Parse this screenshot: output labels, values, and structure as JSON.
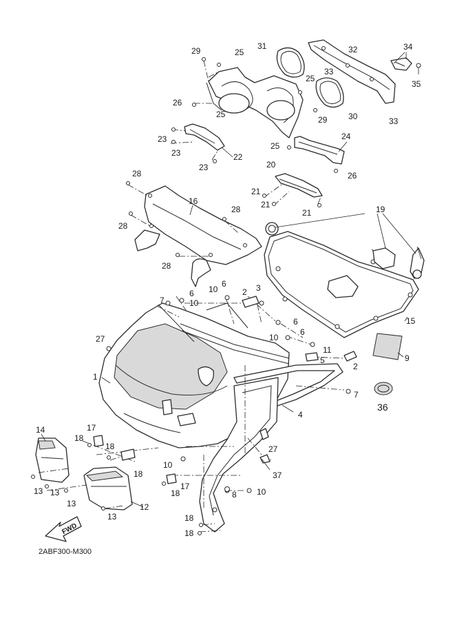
{
  "diagram": {
    "code": "2ABF300-M300",
    "direction_label": "FWD",
    "callouts": [
      {
        "id": "c29a",
        "text": "29"
      },
      {
        "id": "c25a",
        "text": "25"
      },
      {
        "id": "c31",
        "text": "31"
      },
      {
        "id": "c32",
        "text": "32"
      },
      {
        "id": "c34",
        "text": "34"
      },
      {
        "id": "c33a",
        "text": "33"
      },
      {
        "id": "c25b",
        "text": "25"
      },
      {
        "id": "c35",
        "text": "35"
      },
      {
        "id": "c26a",
        "text": "26"
      },
      {
        "id": "c25c",
        "text": "25"
      },
      {
        "id": "c30",
        "text": "30"
      },
      {
        "id": "c33b",
        "text": "33"
      },
      {
        "id": "c29b",
        "text": "29"
      },
      {
        "id": "c24",
        "text": "24"
      },
      {
        "id": "c23a",
        "text": "23"
      },
      {
        "id": "c23b",
        "text": "23"
      },
      {
        "id": "c22",
        "text": "22"
      },
      {
        "id": "c23c",
        "text": "23"
      },
      {
        "id": "c25d",
        "text": "25"
      },
      {
        "id": "c26b",
        "text": "26"
      },
      {
        "id": "c20",
        "text": "20"
      },
      {
        "id": "c28a",
        "text": "28"
      },
      {
        "id": "c21a",
        "text": "21"
      },
      {
        "id": "c16",
        "text": "16"
      },
      {
        "id": "c21b",
        "text": "21"
      },
      {
        "id": "c21c",
        "text": "21"
      },
      {
        "id": "c19",
        "text": "19"
      },
      {
        "id": "c28b",
        "text": "28"
      },
      {
        "id": "c28c",
        "text": "28"
      },
      {
        "id": "c28d",
        "text": "28"
      },
      {
        "id": "c3",
        "text": "3"
      },
      {
        "id": "c10a",
        "text": "10"
      },
      {
        "id": "c6a",
        "text": "6"
      },
      {
        "id": "c2a",
        "text": "2"
      },
      {
        "id": "c6b",
        "text": "6"
      },
      {
        "id": "c7a",
        "text": "7"
      },
      {
        "id": "c10b",
        "text": "10"
      },
      {
        "id": "c15",
        "text": "15"
      },
      {
        "id": "c6c",
        "text": "6"
      },
      {
        "id": "c6d",
        "text": "6"
      },
      {
        "id": "c10c",
        "text": "10"
      },
      {
        "id": "c27a",
        "text": "27"
      },
      {
        "id": "c11",
        "text": "11"
      },
      {
        "id": "c9",
        "text": "9"
      },
      {
        "id": "c5",
        "text": "5"
      },
      {
        "id": "c2b",
        "text": "2"
      },
      {
        "id": "c1",
        "text": "1"
      },
      {
        "id": "c7b",
        "text": "7"
      },
      {
        "id": "c4",
        "text": "4"
      },
      {
        "id": "c36",
        "text": "36"
      },
      {
        "id": "c14",
        "text": "14"
      },
      {
        "id": "c17a",
        "text": "17"
      },
      {
        "id": "c18a",
        "text": "18"
      },
      {
        "id": "c27b",
        "text": "27"
      },
      {
        "id": "c18b",
        "text": "18"
      },
      {
        "id": "c18c",
        "text": "18"
      },
      {
        "id": "c10d",
        "text": "10"
      },
      {
        "id": "c37",
        "text": "37"
      },
      {
        "id": "c17b",
        "text": "17"
      },
      {
        "id": "c18d",
        "text": "18"
      },
      {
        "id": "c13a",
        "text": "13"
      },
      {
        "id": "c13b",
        "text": "13"
      },
      {
        "id": "c8",
        "text": "8"
      },
      {
        "id": "c10e",
        "text": "10"
      },
      {
        "id": "c13c",
        "text": "13"
      },
      {
        "id": "c12",
        "text": "12"
      },
      {
        "id": "c13d",
        "text": "13"
      },
      {
        "id": "c18e",
        "text": "18"
      },
      {
        "id": "c18f",
        "text": "18"
      }
    ]
  }
}
